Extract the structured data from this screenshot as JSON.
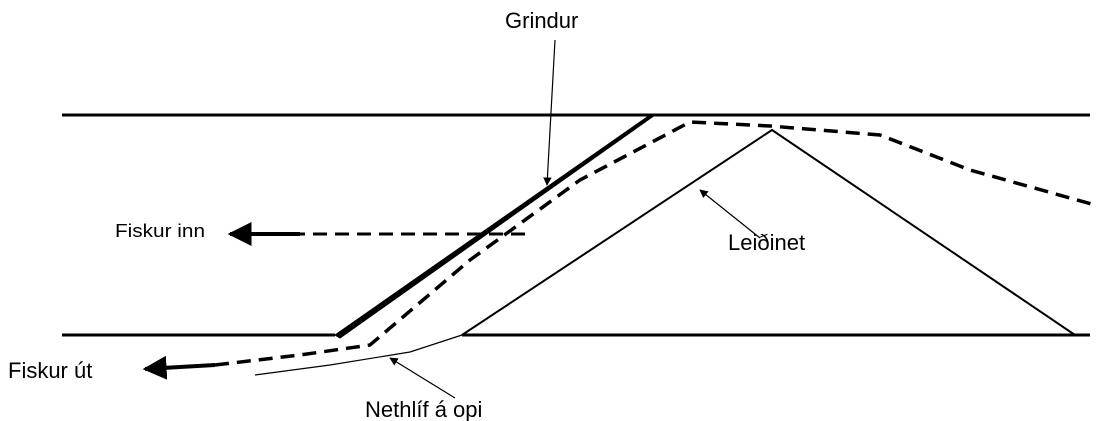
{
  "labels": {
    "grindur": "Grindur",
    "fiskur_inn": "Fiskur inn",
    "leidinet": "Leiðinet",
    "fiskur_ut": "Fiskur út",
    "nethlif": "Nethlíf á opi"
  },
  "colors": {
    "line": "#000000",
    "background": "#ffffff"
  }
}
